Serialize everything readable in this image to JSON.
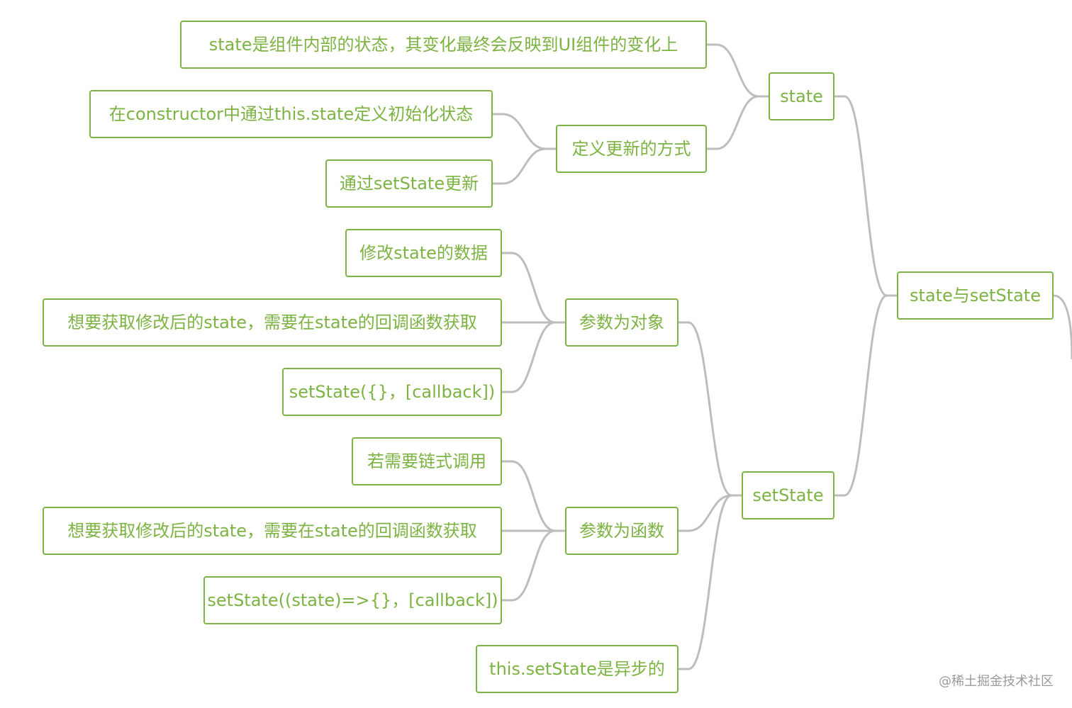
{
  "mindmap": {
    "root": "state与setState",
    "state": {
      "title": "state",
      "desc": "state是组件内部的状态，其变化最终会反映到UI组件的变化上",
      "define_update": {
        "title": "定义更新的方式",
        "init": "在constructor中通过this.state定义初始化状态",
        "via_setstate": "通过setState更新"
      }
    },
    "setstate": {
      "title": "setState",
      "object_param": {
        "title": "参数为对象",
        "modify": "修改state的数据",
        "get_after": "想要获取修改后的state，需要在state的回调函数获取",
        "signature": "setState({}，[callback])"
      },
      "function_param": {
        "title": "参数为函数",
        "chain": "若需要链式调用",
        "get_after": "想要获取修改后的state，需要在state的回调函数获取",
        "signature": "setState((state)=>{}，[callback])"
      },
      "async_note": "this.setState是异步的"
    }
  },
  "watermark": "@稀土掘金技术社区",
  "colors": {
    "node_border": "#7cb342",
    "node_text": "#7cb342",
    "connector": "#bdbdbd",
    "watermark": "#9a9a9a"
  }
}
